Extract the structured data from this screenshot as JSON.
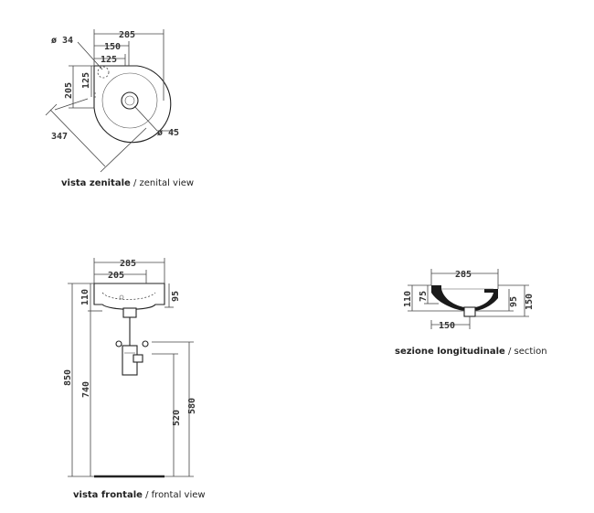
{
  "views": {
    "zenital": {
      "caption_bold": "vista zenitale",
      "caption_sep": " / ",
      "caption_normal": "zenital view",
      "dims": {
        "width_total": "285",
        "width_150": "150",
        "width_125": "125",
        "depth_205": "205",
        "depth_125": "125",
        "diagonal": "347",
        "hole_small": "ø 34",
        "hole_drain": "ø 45"
      }
    },
    "frontal": {
      "caption_bold": "vista frontale",
      "caption_sep": " / ",
      "caption_normal": "frontal view",
      "dims": {
        "width_total": "285",
        "width_205": "205",
        "height_110": "110",
        "height_95": "95",
        "height_850": "850",
        "height_740": "740",
        "height_520": "520",
        "height_580": "580"
      }
    },
    "section": {
      "caption_bold": "sezione longitudinale",
      "caption_sep": " / ",
      "caption_normal": "section",
      "dims": {
        "width_total": "285",
        "height_110": "110",
        "height_75": "75",
        "height_95": "95",
        "height_150": "150",
        "base_150": "150"
      }
    }
  }
}
